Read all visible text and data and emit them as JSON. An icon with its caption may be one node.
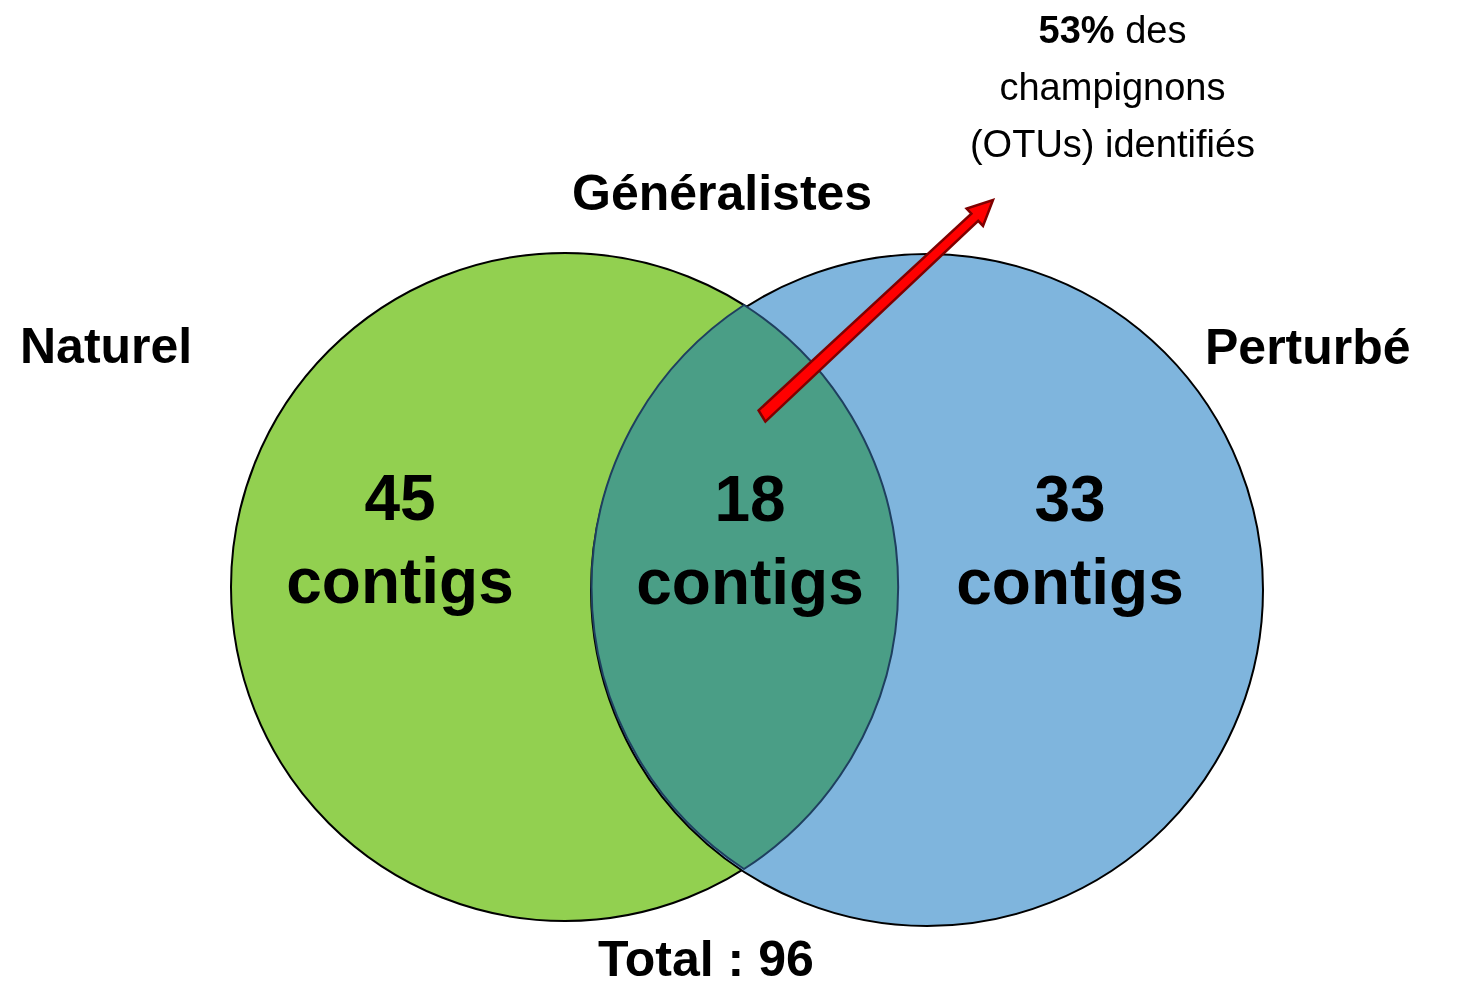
{
  "diagram": {
    "nodes": [
      {
        "text": [
          "Naturel",
          "45 contigs"
        ]
      },
      {
        "text": [
          "Perturbé",
          "33 contigs"
        ]
      },
      {
        "text": [
          "Généralistes",
          "18 contigs"
        ]
      },
      {
        "text": [
          "**53%** des champignons (OTUs) identifiés"
        ]
      }
    ],
    "edges": [
      {
        "from": 2,
        "to": 3,
        "arrow": "to",
        "style": "thick",
        "color": "#ff0000"
      }
    ],
    "labels": [
      "Total : 96"
    ]
  }
}
